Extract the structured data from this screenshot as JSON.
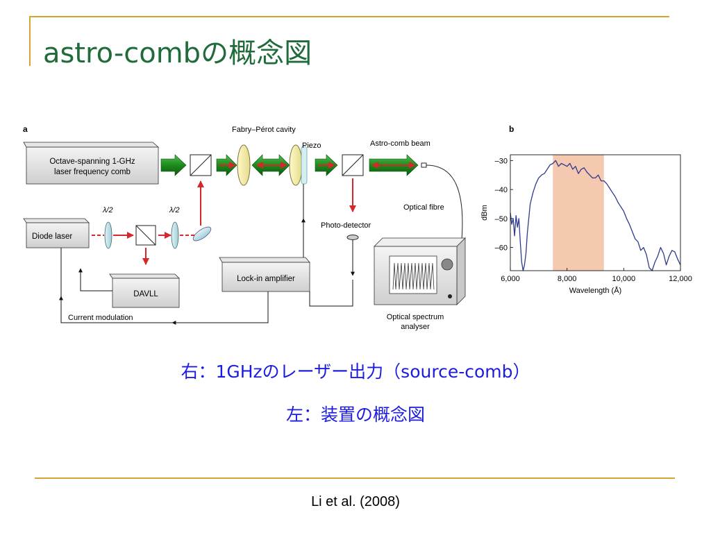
{
  "slide": {
    "title": "astro-combの概念図",
    "caption_right": "右：1GHzのレーザー出力（source-comb）",
    "caption_left": "左：装置の概念図",
    "citation": "Li et al. (2008)"
  },
  "panel_a": {
    "label": "a",
    "fabry_perot_label": "Fabry–Pérot cavity",
    "piezo_label": "Piezo",
    "astro_comb_beam_label": "Astro-comb beam",
    "laser_comb_label_line1": "Octave-spanning 1-GHz",
    "laser_comb_label_line2": "laser frequency comb",
    "diode_laser_label": "Diode laser",
    "waveplate_label_1": "λ/2",
    "waveplate_label_2": "λ/2",
    "davll_label": "DAVLL",
    "lockin_label": "Lock-in amplifier",
    "photodetector_label": "Photo-detector",
    "optical_fibre_label": "Optical fibre",
    "osa_label_line1": "Optical spectrum",
    "osa_label_line2": "analyser",
    "current_modulation_label": "Current modulation"
  },
  "chart_data": {
    "type": "line",
    "panel_label": "b",
    "title": "",
    "xlabel": "Wavelength (Å)",
    "ylabel": "dBm",
    "xlim": [
      6000,
      12000
    ],
    "ylim": [
      -68,
      -28
    ],
    "xticks": [
      6000,
      8000,
      10000,
      12000
    ],
    "xtick_labels": [
      "6,000",
      "8,000",
      "10,000",
      "12,000"
    ],
    "yticks": [
      -30,
      -40,
      -50,
      -60
    ],
    "ytick_labels": [
      "–30",
      "–40",
      "–50",
      "–60"
    ],
    "highlight_band": {
      "x_start": 7500,
      "x_end": 9300,
      "color": "#f5c9b0"
    },
    "series": [
      {
        "color": "#2e3a8c",
        "x": [
          6000,
          6050,
          6100,
          6150,
          6200,
          6250,
          6300,
          6350,
          6400,
          6450,
          6500,
          6550,
          6600,
          6700,
          6800,
          6900,
          7000,
          7100,
          7200,
          7300,
          7400,
          7500,
          7600,
          7700,
          7800,
          7900,
          8000,
          8100,
          8200,
          8300,
          8400,
          8500,
          8600,
          8700,
          8800,
          8900,
          9000,
          9100,
          9200,
          9300,
          9400,
          9500,
          9600,
          9700,
          9800,
          9900,
          10000,
          10100,
          10200,
          10300,
          10400,
          10500,
          10600,
          10700,
          10800,
          10900,
          11000,
          11100,
          11200,
          11300,
          11400,
          11500,
          11600,
          11700,
          11800,
          11900,
          12000
        ],
        "y": [
          -48,
          -52,
          -50,
          -56,
          -49,
          -53,
          -50,
          -58,
          -65,
          -68,
          -66,
          -62,
          -55,
          -45,
          -41,
          -38,
          -36,
          -35,
          -34.5,
          -33,
          -31.5,
          -31,
          -30,
          -32,
          -31,
          -31.5,
          -32,
          -31,
          -33,
          -32,
          -34.5,
          -33,
          -32.5,
          -34,
          -35,
          -36,
          -36,
          -35,
          -37,
          -37,
          -38,
          -39.5,
          -41,
          -42.5,
          -44.5,
          -46,
          -47.5,
          -50,
          -52,
          -54.5,
          -57,
          -58,
          -61,
          -60,
          -62.5,
          -67,
          -68,
          -65,
          -63,
          -60,
          -62,
          -66,
          -63,
          -61,
          -61.5,
          -64,
          -66
        ]
      }
    ]
  }
}
